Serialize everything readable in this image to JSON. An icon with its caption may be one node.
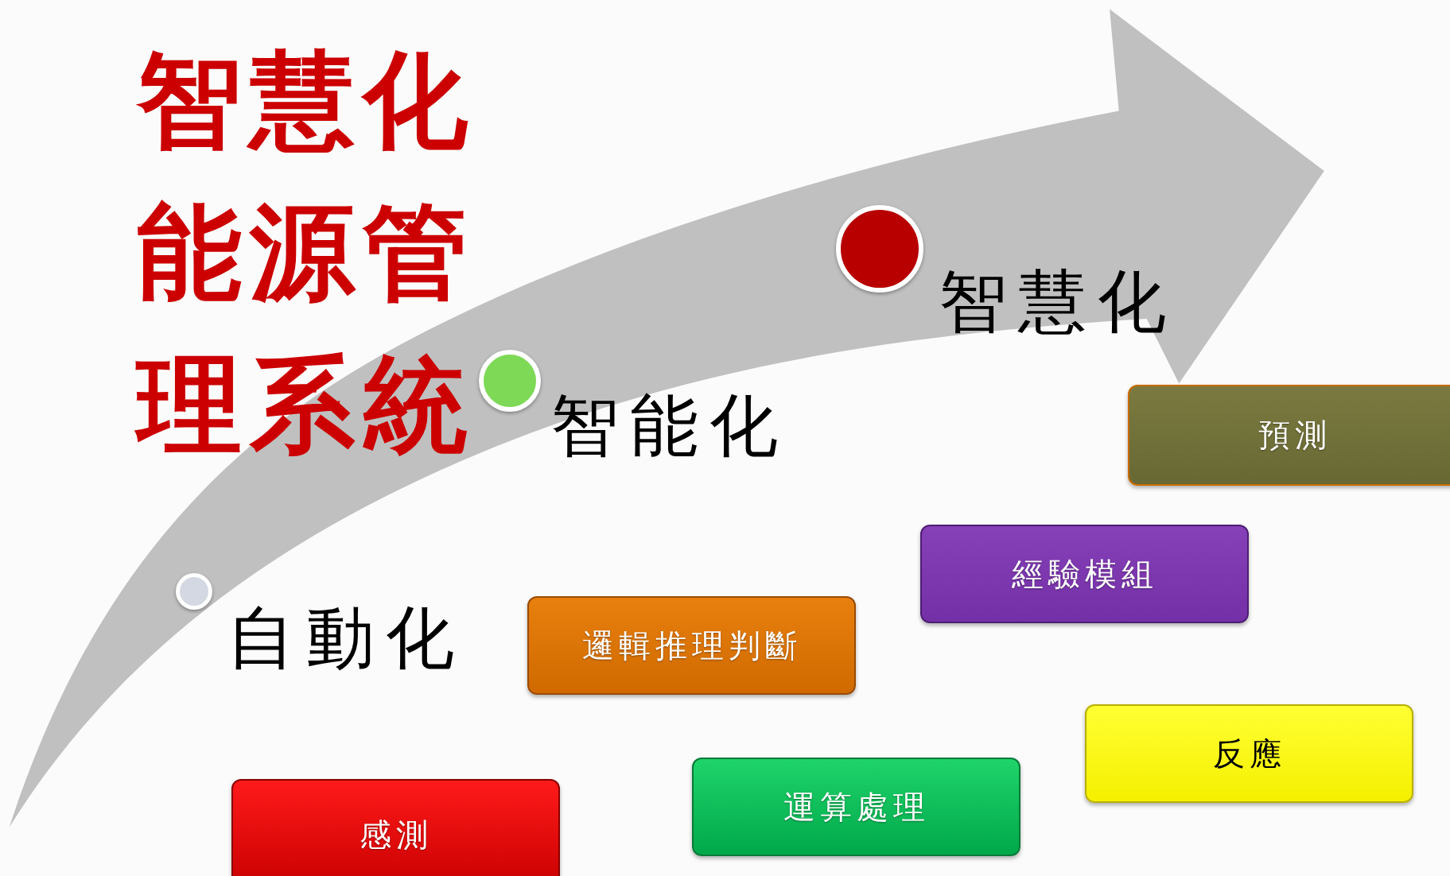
{
  "diagram": {
    "title": "智慧化能源管理系統",
    "nodes": [
      {
        "text": [],
        "shape": "circle",
        "beside": [
          "自動化"
        ]
      },
      {
        "text": [],
        "shape": "circle",
        "beside": [
          "智能化"
        ]
      },
      {
        "text": [],
        "shape": "circle",
        "beside": [
          "智慧化"
        ]
      },
      {
        "text": [
          "感測"
        ]
      },
      {
        "text": [
          "運算處理"
        ]
      },
      {
        "text": [
          "反應"
        ]
      },
      {
        "text": [
          "邏輯推理判斷"
        ]
      },
      {
        "text": [
          "經驗模組"
        ]
      },
      {
        "text": [
          "預測"
        ]
      }
    ]
  }
}
